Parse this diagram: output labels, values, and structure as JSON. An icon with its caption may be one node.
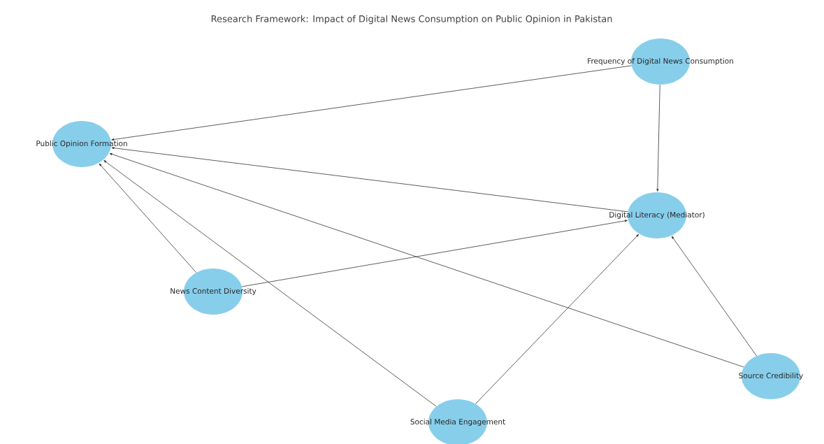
{
  "diagram": {
    "title": "Research Framework: Impact of Digital News Consumption on Public Opinion in Pakistan",
    "nodes": [
      {
        "text": [
          "Frequency of Digital News Consumption"
        ]
      },
      {
        "text": [
          "Public Opinion Formation"
        ]
      },
      {
        "text": [
          "Digital Literacy (Mediator)"
        ]
      },
      {
        "text": [
          "News Content Diversity"
        ]
      },
      {
        "text": [
          "Source Credibility"
        ]
      },
      {
        "text": [
          "Social Media Engagement"
        ]
      }
    ],
    "edges": [
      {
        "from": 0,
        "to": 1,
        "arrow": "to"
      },
      {
        "from": 0,
        "to": 2,
        "arrow": "to"
      },
      {
        "from": 2,
        "to": 1,
        "arrow": "to"
      },
      {
        "from": 3,
        "to": 1,
        "arrow": "to"
      },
      {
        "from": 3,
        "to": 2,
        "arrow": "to"
      },
      {
        "from": 5,
        "to": 1,
        "arrow": "to"
      },
      {
        "from": 5,
        "to": 2,
        "arrow": "to"
      },
      {
        "from": 4,
        "to": 1,
        "arrow": "to"
      },
      {
        "from": 4,
        "to": 2,
        "arrow": "to"
      }
    ]
  }
}
